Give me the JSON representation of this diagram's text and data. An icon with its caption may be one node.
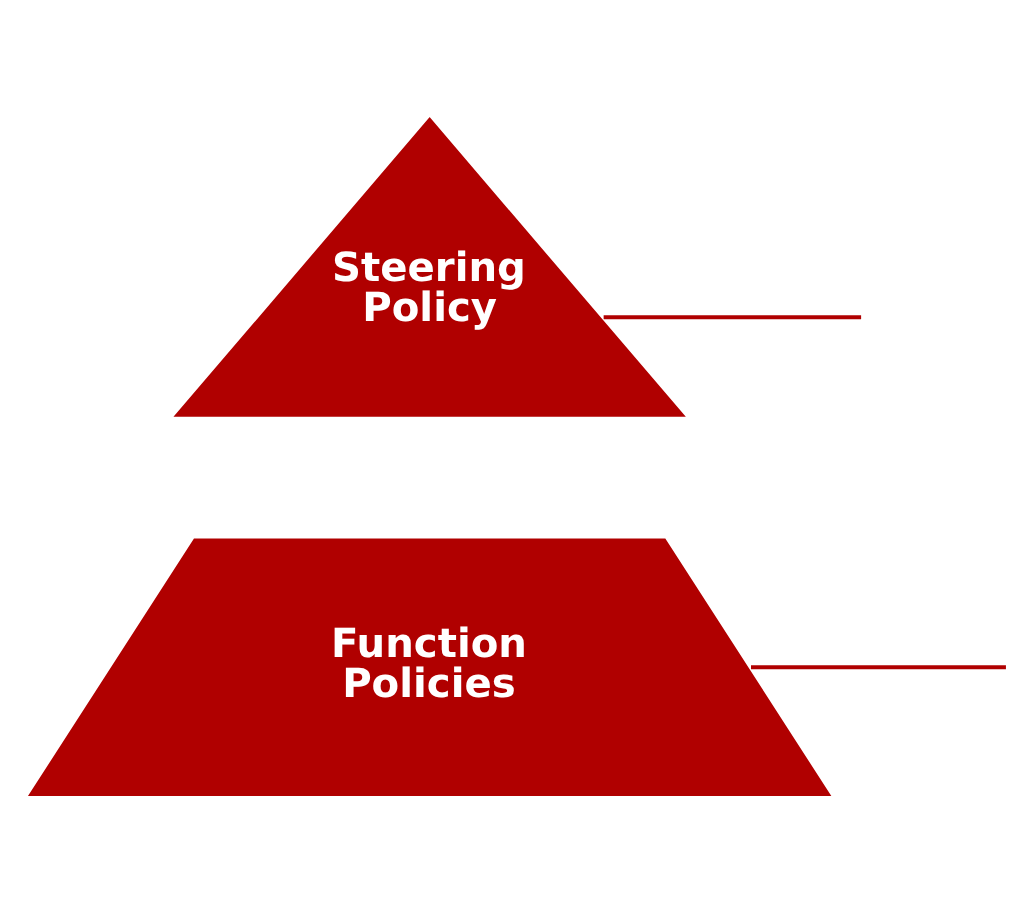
{
  "diagram": {
    "nodes": [
      {
        "text": [
          "Steering Policy"
        ]
      },
      {
        "text": [
          "Function Policies"
        ]
      }
    ],
    "edges": [
      {
        "from": 0,
        "to": null,
        "arrow": "none"
      },
      {
        "from": 1,
        "to": null,
        "arrow": "none"
      }
    ]
  }
}
